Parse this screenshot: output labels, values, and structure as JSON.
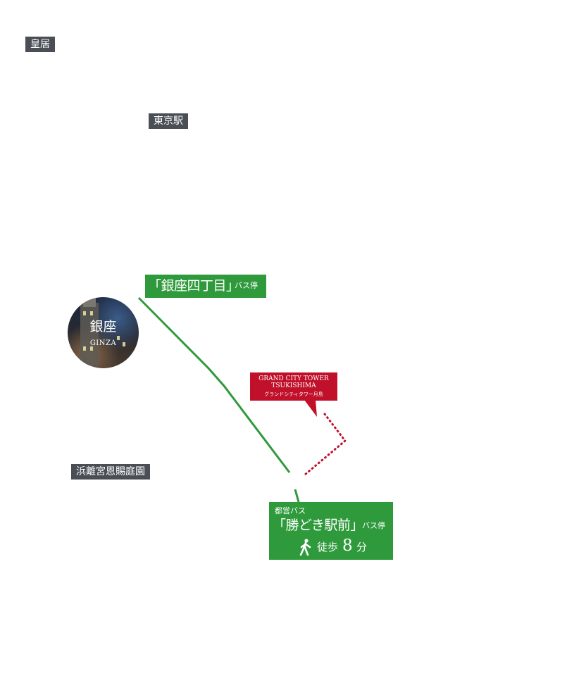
{
  "labels": {
    "kokyo": "皇居",
    "tokyo_station": "東京駅",
    "hamarikyu": "浜離宮恩賜庭園"
  },
  "ginza_stop": {
    "name": "「銀座四丁目」",
    "suffix": "バス停"
  },
  "ginza_area": {
    "name_ja": "銀座",
    "name_en": "GINZA"
  },
  "tower": {
    "line1": "GRAND CITY TOWER",
    "line2": "TSUKISHIMA",
    "line3": "グランドシティタワー月島"
  },
  "kachidoki_stop": {
    "operator": "都営バス",
    "name": "「勝どき駅前」",
    "suffix": "バス停",
    "walk_label": "徒歩",
    "walk_minutes": "8",
    "walk_unit": "分"
  },
  "colors": {
    "bus_green": "#2f9a3c",
    "tower_red": "#c0102a",
    "label_gray": "#4a4f55"
  },
  "icons": {
    "walk": "walking-person-icon"
  }
}
